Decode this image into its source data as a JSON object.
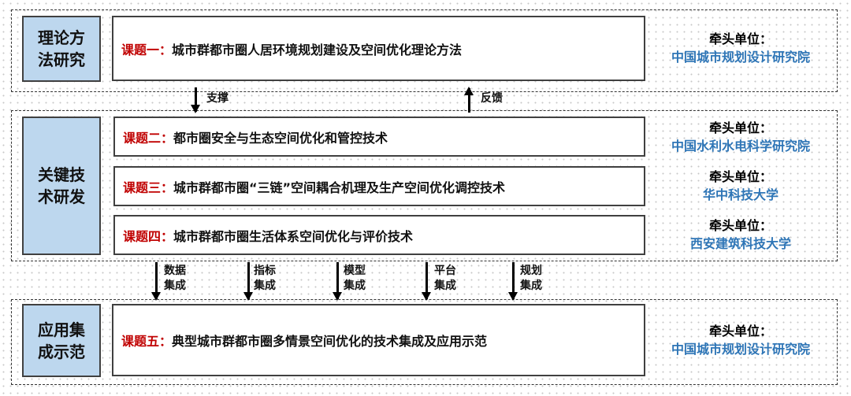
{
  "sections": [
    {
      "label": "理论方法研究"
    },
    {
      "label": "关键技术研发"
    },
    {
      "label": "应用集成示范"
    }
  ],
  "topics": [
    {
      "tag": "课题一：",
      "title": "城市群都市圈人居环境规划建设及空间优化理论方法",
      "lead_label": "牵头单位：",
      "lead_unit": "中国城市规划设计研究院"
    },
    {
      "tag": "课题二：",
      "title": "都市圈安全与生态空间优化和管控技术",
      "lead_label": "牵头单位：",
      "lead_unit": "中国水利水电科学研究院"
    },
    {
      "tag": "课题三：",
      "title": "城市群都市圈“三链”空间耦合机理及生产空间优化调控技术",
      "lead_label": "牵头单位：",
      "lead_unit": "华中科技大学"
    },
    {
      "tag": "课题四：",
      "title": "城市群都市圈生活体系空间优化与评价技术",
      "lead_label": "牵头单位：",
      "lead_unit": "西安建筑科技大学"
    },
    {
      "tag": "课题五：",
      "title": "典型城市群都市圈多情景空间优化的技术集成及应用示范",
      "lead_label": "牵头单位：",
      "lead_unit": "中国城市规划设计研究院"
    }
  ],
  "arrows": {
    "support": "支撑",
    "feedback": "反馈",
    "integration": [
      [
        "数据",
        "集成"
      ],
      [
        "指标",
        "集成"
      ],
      [
        "模型",
        "集成"
      ],
      [
        "平台",
        "集成"
      ],
      [
        "规划",
        "集成"
      ]
    ]
  },
  "colors": {
    "label_bg": "#bdd7ee",
    "topic_tag": "#c00000",
    "lead_unit": "#2e75b6"
  }
}
